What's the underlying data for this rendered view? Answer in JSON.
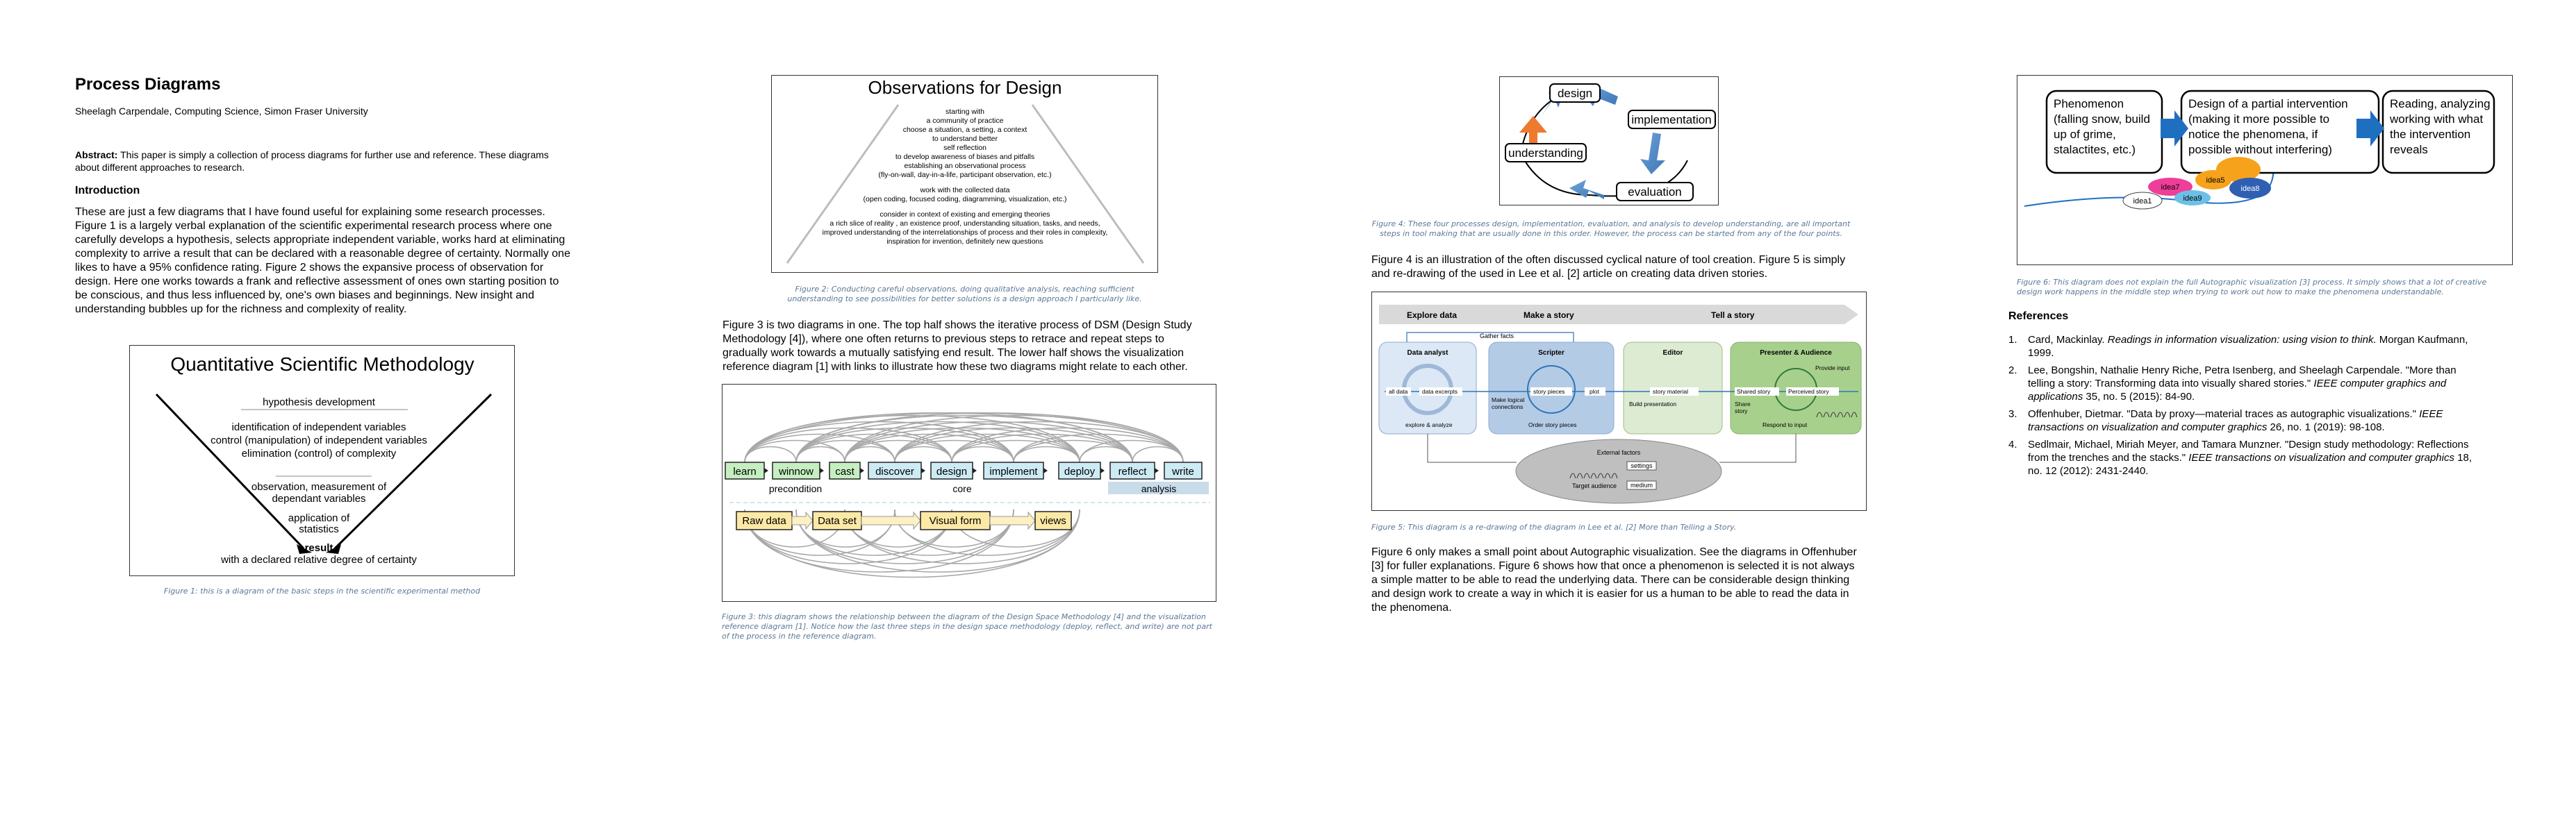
{
  "paper": {
    "title": "Process Diagrams",
    "author": "Sheelagh Carpendale, Computing Science, Simon Fraser University",
    "abstract_label": "Abstract:",
    "abstract_text": " This paper is simply a collection of process diagrams for further use and reference. These diagrams about different approaches to research.",
    "intro_heading": "Introduction",
    "intro_text": "These are just a few diagrams that I have found useful for explaining some research processes. Figure 1 is a largely verbal explanation of the scientific experimental research process where one carefully develops a hypothesis, selects appropriate independent variable, works hard at eliminating complexity to arrive a result that can be declared with a reasonable degree of certainty. Normally one likes to have a 95% confidence rating. Figure 2 shows the expansive process of observation for design. Here one works towards a frank and reflective assessment of ones own starting position to be conscious, and thus less influenced by, one's own biases and beginnings. New insight and understanding bubbles up for the richness and complexity of reality.",
    "para_fig3": "Figure 3 is two diagrams in one. The top half shows the iterative process of DSM (Design Study Methodology [4]), where one often returns to previous steps to retrace and repeat steps to gradually work towards a mutually satisfying end result. The lower half shows the visualization reference diagram [1] with links to illustrate how these two diagrams might relate to each other.",
    "para_fig4": "Figure 4 is an illustration of the often discussed cyclical nature of tool creation.  Figure 5 is simply and re-drawing of the used in Lee et al. [2] article on creating data driven stories.",
    "para_fig6": "Figure 6 only makes a small point about Autographic visualization. See the diagrams in Offenhuber [3] for fuller explanations. Figure 6 shows how that once a phenomenon is selected it is not always a simple matter to be able to read the underlying data. There can be considerable design thinking and design work to create a way in which it is easier for us a human to be able to read the data in the phenomena.",
    "references_heading": "References"
  },
  "captions": {
    "fig1": "Figure 1: this is a diagram of the basic steps in the scientific experimental method",
    "fig2": "Figure 2: Conducting careful observations, doing qualitative analysis, reaching sufficient understanding to see possibilities for better solutions is a design approach I particularly like.",
    "fig3": "Figure 3: this diagram shows the relationship between the diagram of the Design Space Methodology [4] and the visualization reference diagram [1]. Notice how the last three steps in the design space methodology (deploy, reflect, and write) are not part of the process in the reference diagram.",
    "fig4": "Figure 4: These four processes design, implementation, evaluation, and analysis to develop understanding, are all important steps in tool making that are usually done in this order. However, the process can be started from any of the four points.",
    "fig5": "Figure 5: This diagram is a re-drawing of the diagram in Lee et al. [2] More than Telling a Story.",
    "fig6": "Figure 6: This diagram does not explain the full Autographic visualization [3] process. It simply shows that a lot of creative design work happens in the middle step when trying to work out how to make the phenomena understandable."
  },
  "fig1": {
    "title": "Quantitative Scientific Methodology",
    "lines": [
      "hypothesis development",
      "identification of independent variables",
      "control (manipulation) of independent variables",
      "elimination (control) of complexity",
      "observation, measurement of",
      "dependant variables",
      "application of",
      "statistics",
      "result",
      "with a declared relative degree of certainty"
    ]
  },
  "fig2": {
    "title": "Observations for Design",
    "lines": [
      "starting with",
      "a community of practice",
      "choose a situation, a setting, a context",
      "to understand better",
      "self reflection",
      "to develop awareness of biases and pitfalls",
      "establishing an observational process",
      "(fly-on-wall, day-in-a-life, participant observation, etc.)",
      "work with the collected data",
      "(open coding, focused coding, diagramming, visualization, etc.)",
      "consider in context of existing and emerging theories",
      "a rich slice of reality , an existence proof, understanding situation, tasks, and needs,",
      "improved understanding of the interrelationships of process and their roles in complexity,",
      "inspiration for invention, definitely new questions"
    ]
  },
  "fig3": {
    "steps": [
      "learn",
      "winnow",
      "cast",
      "discover",
      "design",
      "implement",
      "deploy",
      "reflect",
      "write"
    ],
    "groups": [
      "precondition",
      "core",
      "analysis"
    ],
    "ref_steps": [
      "Raw data",
      "Data set",
      "Visual form",
      "views"
    ]
  },
  "fig4": {
    "nodes": [
      "design",
      "implementation",
      "evaluation",
      "understanding"
    ]
  },
  "fig5": {
    "phases": [
      "Explore data",
      "Make a story",
      "Tell a story"
    ],
    "gather": "Gather facts",
    "panels": [
      "Data analyst",
      "Scripter",
      "Editor",
      "Presenter & Audience"
    ],
    "items": {
      "all_data": "all data",
      "data_excerpts": "data excerpts",
      "story_pieces": "story pieces",
      "plot": "plot",
      "story_material": "story material",
      "shared_story": "Shared story",
      "perceived_story": "Perceived story",
      "explore": "explore & analyze",
      "make_logical": "Make logical",
      "connections": "connections",
      "order": "Order story pieces",
      "build": "Build presentation",
      "share": "Share",
      "story": "story",
      "provide": "Provide input",
      "respond": "Respond to input",
      "external": "External factors",
      "settings": "settings",
      "target": "Target audience",
      "medium": "medium"
    }
  },
  "fig6": {
    "boxes": [
      "Phenomenon",
      "(falling snow, build",
      "up of grime,",
      "stalactites, etc.)",
      "Design of a partial intervention",
      "(making it more possible to",
      "notice the phenomena, if",
      "possible without interfering)",
      "Reading, analyzing",
      "working with what",
      "the intervention",
      "reveals"
    ],
    "ideas": [
      "idea7",
      "idea5",
      "idea8",
      "idea1",
      "idea9"
    ]
  },
  "references": [
    {
      "num": "1.",
      "pre": "Card, Mackinlay. ",
      "ital": "Readings in information visualization: using vision to think.",
      "post": " Morgan Kaufmann, 1999."
    },
    {
      "num": "2.",
      "pre": "Lee, Bongshin, Nathalie Henry Riche, Petra Isenberg, and Sheelagh Carpendale. \"More than telling a story: Transforming data into visually shared stories.\" ",
      "ital": "IEEE computer graphics and applications",
      "post": " 35, no. 5 (2015): 84-90."
    },
    {
      "num": "3.",
      "pre": "Offenhuber, Dietmar. \"Data by proxy—material traces as autographic visualizations.\" ",
      "ital": "IEEE transactions on visualization and computer graphics",
      "post": " 26, no. 1 (2019): 98-108."
    },
    {
      "num": "4.",
      "pre": "Sedlmair, Michael, Miriah Meyer, and Tamara Munzner. \"Design study methodology: Reflections from the trenches and the stacks.\" ",
      "ital": "IEEE transactions on visualization and computer graphics",
      "post": " 18, no. 12 (2012): 2431-2440."
    }
  ]
}
